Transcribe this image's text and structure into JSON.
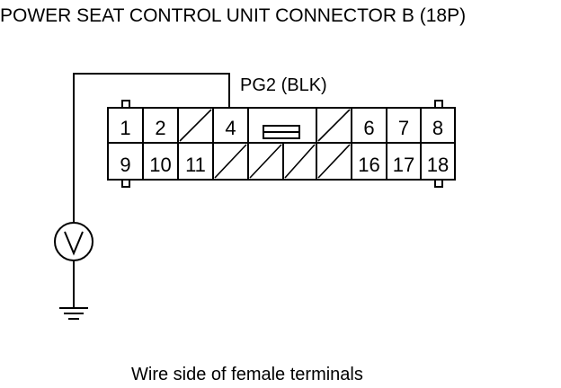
{
  "title": "POWER SEAT CONTROL UNIT CONNECTOR B (18P)",
  "wire_label": "PG2 (BLK)",
  "caption": "Wire side of female terminals",
  "meter_symbol": "V",
  "icons": [
    "voltmeter-icon",
    "ground-icon"
  ],
  "connector": {
    "top_row": [
      "1",
      "2",
      "",
      "4",
      "",
      "",
      "6",
      "7",
      "8"
    ],
    "bottom_row": [
      "9",
      "10",
      "11",
      "",
      "",
      "",
      "",
      "16",
      "17",
      "18"
    ]
  }
}
